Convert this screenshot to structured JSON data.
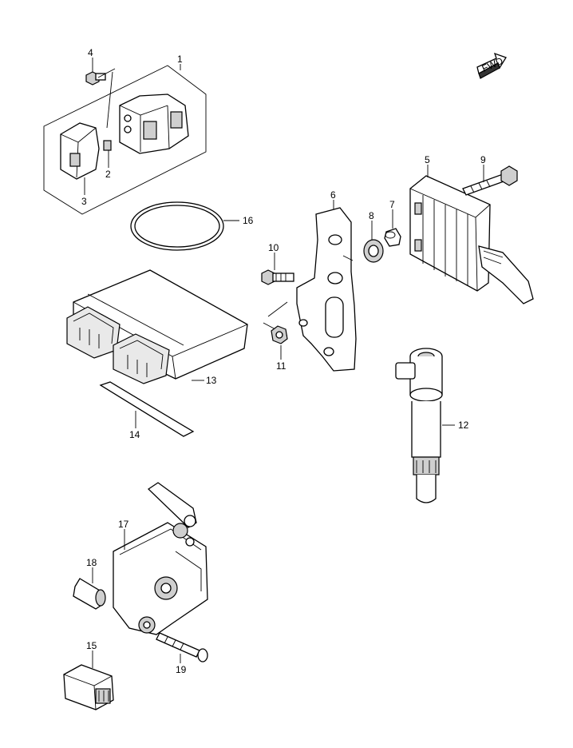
{
  "fwd_label": "FWD",
  "callouts": [
    {
      "id": "1",
      "label": "1"
    },
    {
      "id": "2",
      "label": "2"
    },
    {
      "id": "3",
      "label": "3"
    },
    {
      "id": "4",
      "label": "4"
    },
    {
      "id": "5",
      "label": "5"
    },
    {
      "id": "6",
      "label": "6"
    },
    {
      "id": "7",
      "label": "7"
    },
    {
      "id": "8",
      "label": "8"
    },
    {
      "id": "9",
      "label": "9"
    },
    {
      "id": "10",
      "label": "10"
    },
    {
      "id": "11",
      "label": "11"
    },
    {
      "id": "12",
      "label": "12"
    },
    {
      "id": "13",
      "label": "13"
    },
    {
      "id": "14",
      "label": "14"
    },
    {
      "id": "15",
      "label": "15"
    },
    {
      "id": "16",
      "label": "16"
    },
    {
      "id": "17",
      "label": "17"
    },
    {
      "id": "18",
      "label": "18"
    },
    {
      "id": "19",
      "label": "19"
    }
  ]
}
